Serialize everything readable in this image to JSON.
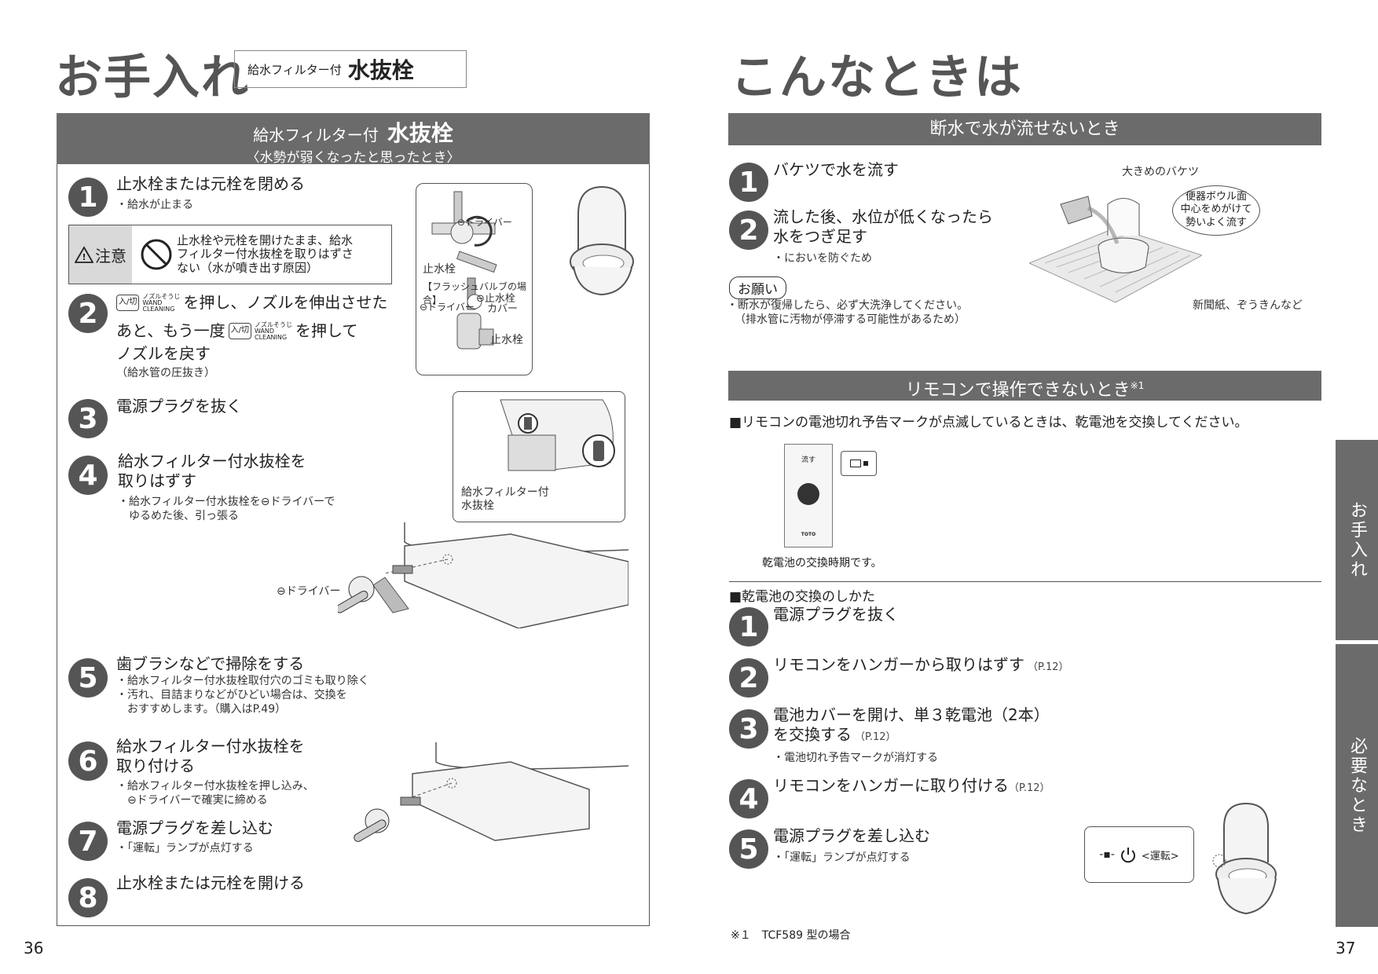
{
  "left": {
    "title": "お手入れ",
    "subbox": {
      "prefix": "給水フィルター付",
      "main": "水抜栓"
    },
    "panel": {
      "prefix": "給水フィルター付",
      "main": "水抜栓",
      "subtitle": "〈水勢が弱くなったと思ったとき〉"
    },
    "steps": [
      {
        "n": "1",
        "text": "止水栓または元栓を閉める",
        "notes": [
          "・給水が止まる"
        ]
      },
      {
        "n": "2",
        "line1": "を押し、ノズルを伸出させた",
        "line2a": "あと、もう一度",
        "line2b": "を押して",
        "line3": "ノズルを戻す",
        "notes": [
          "（給水管の圧抜き）"
        ]
      },
      {
        "n": "3",
        "text": "電源プラグを抜く"
      },
      {
        "n": "4",
        "line1": "給水フィルター付水抜栓を",
        "line2": "取りはずす",
        "notes": [
          "・給水フィルター付水抜栓を⊖ドライバーで",
          "　ゆるめた後、引っ張る"
        ]
      },
      {
        "n": "5",
        "text": "歯ブラシなどで掃除をする",
        "notes": [
          "・給水フィルター付水抜栓取付穴のゴミも取り除く",
          "・汚れ、目詰まりなどがひどい場合は、交換を",
          "　おすすめします。（購入はP.49）"
        ]
      },
      {
        "n": "6",
        "line1": "給水フィルター付水抜栓を",
        "line2": "取り付ける",
        "notes": [
          "・給水フィルター付水抜栓を押し込み、",
          "　⊖ドライバーで確実に締める"
        ]
      },
      {
        "n": "7",
        "text": "電源プラグを差し込む",
        "notes": [
          "・「運転」ランプが点灯する"
        ]
      },
      {
        "n": "8",
        "text": "止水栓または元栓を開ける"
      }
    ],
    "caution": {
      "label": "注意",
      "text": [
        "止水栓や元栓を開けたまま、給水",
        "フィルター付水抜栓を取りはずさ",
        "ない（水が噴き出す原因）"
      ]
    },
    "button": {
      "key": "入/切",
      "label1": "ノズルそうじ",
      "label2": "WAND",
      "label3": "CLEANING"
    },
    "illus": {
      "driver1": "⊖ドライバー",
      "stopvalve": "止水栓",
      "flush_case": "【フラッシュバルブの場合】",
      "driver2": "⊖ドライバー",
      "cover1": "⊖止水栓",
      "cover2": "カバー",
      "stopvalve2": "止水栓",
      "filter1": "給水フィルター付",
      "filter2": "水抜栓",
      "driver3": "⊖ドライバー"
    },
    "page_number": "36"
  },
  "right": {
    "title": "こんなときは",
    "section1": {
      "header": "断水で水が流せないとき",
      "steps": [
        {
          "n": "1",
          "text": "バケツで水を流す"
        },
        {
          "n": "2",
          "line1": "流した後、水位が低くなったら",
          "line2": "水をつぎ足す",
          "notes": [
            "・においを防ぐため"
          ]
        }
      ],
      "request_label": "お願い",
      "request_notes": [
        "・断水が復帰したら、必ず大洗浄してください。",
        "（排水管に汚物が停滞する可能性があるため）"
      ],
      "illus": {
        "bucket": "大きめのバケツ",
        "bubble": [
          "便器ボウル面",
          "中心をめがけて",
          "勢いよく流す"
        ],
        "newspaper": "新聞紙、ぞうきんなど"
      }
    },
    "section2": {
      "header": "リモコンで操作できないとき",
      "header_sup": "※1",
      "lead": "■リモコンの電池切れ予告マークが点滅しているときは、乾電池を交換してください。",
      "remote": {
        "flush": "流す",
        "brand": "TOTO"
      },
      "caption": "乾電池の交換時期です。",
      "subhead": "■乾電池の交換のしかた",
      "steps": [
        {
          "n": "1",
          "text": "電源プラグを抜く"
        },
        {
          "n": "2",
          "text": "リモコンをハンガーから取りはずす",
          "ref": "（P.12）"
        },
        {
          "n": "3",
          "line1": "電池カバーを開け、単３乾電池（2本）",
          "line2": "を交換する",
          "ref": "（P.12）",
          "notes": [
            "・電池切れ予告マークが消灯する"
          ]
        },
        {
          "n": "4",
          "text": "リモコンをハンガーに取り付ける",
          "ref": "（P.12）"
        },
        {
          "n": "5",
          "text": "電源プラグを差し込む",
          "notes": [
            "・「運転」ランプが点灯する"
          ]
        }
      ],
      "lamp_label": "<運転>"
    },
    "footnote": "※１　TCF589 型の場合",
    "page_number": "37"
  },
  "side_tabs": [
    "お手入れ",
    "必要なとき"
  ]
}
